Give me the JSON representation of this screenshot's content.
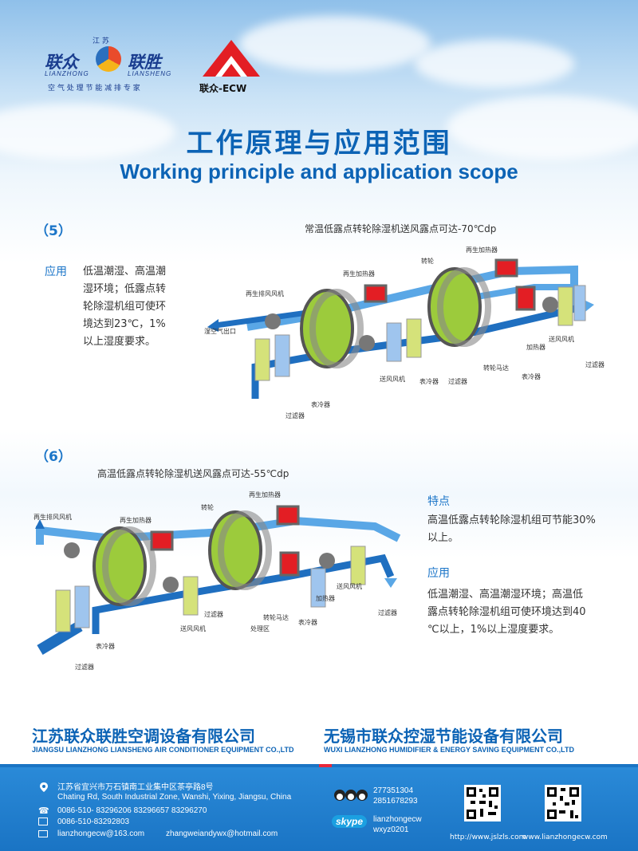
{
  "header": {
    "logo1": {
      "small_top": "江 苏",
      "cn_left": "联众",
      "cn_right": "联胜",
      "en_left": "LIANZHONG",
      "en_right": "LIANSHENG",
      "slogan": "空 气 处 理 节 能 减 排 专 家"
    },
    "logo2": {
      "text": "联众-ECW"
    }
  },
  "title": {
    "cn": "工作原理与应用范围",
    "en": "Working principle and application scope"
  },
  "section5": {
    "number": "（5）",
    "caption": "常温低露点转轮除湿机送风露点可达-70℃dp",
    "label": "应用",
    "text": [
      "低温潮湿、高温潮",
      "湿环境；低露点转",
      "轮除湿机组可使环",
      "境达到23℃，1%",
      "以上湿度要求。"
    ],
    "diagram_labels": {
      "regen_heater_top": "再生加热器",
      "rotor": "转轮",
      "regen_heater": "再生加热器",
      "regen_fan": "再生排风风机",
      "wet_outlet": "湿空气出口",
      "heater": "加热器",
      "supply_fan_r": "送风风机",
      "filter_r": "过滤器",
      "rotor_motor": "转轮马达",
      "cooler_r": "表冷器",
      "supply_fan": "送风风机",
      "cooler": "表冷器",
      "filter_m": "过滤器",
      "cooler_l": "表冷器",
      "filter_l": "过滤器"
    }
  },
  "section6": {
    "number": "（6）",
    "caption": "高温低露点转轮除湿机送风露点可达-55℃dp",
    "feature_label": "特点",
    "feature_text": [
      "高温低露点转轮除湿机组可节能30%",
      "以上。"
    ],
    "app_label": "应用",
    "app_text": [
      "低温潮湿、高温潮湿环境；高温低",
      "露点转轮除湿机组可使环境达到40",
      "℃以上，1%以上湿度要求。"
    ],
    "diagram_labels": {
      "regen_heater_top": "再生加热器",
      "rotor": "转轮",
      "regen_fan": "再生排风风机",
      "regen_heater": "再生加热器",
      "supply_fan_r": "送风风机",
      "heater": "加热器",
      "filter_r": "过滤器",
      "filter_m": "过滤器",
      "supply_fan": "送风风机",
      "rotor_motor": "转轮马达",
      "process_zone": "处理区",
      "cooler_r": "表冷器",
      "cooler": "表冷器",
      "filter_l": "过滤器"
    }
  },
  "companies": {
    "left_cn": "江苏联众联胜空调设备有限公司",
    "left_en": "JIANGSU LIANZHONG LIANSHENG AIR CONDITIONER EQUIPMENT CO.,LTD",
    "right_cn": "无锡市联众控湿节能设备有限公司",
    "right_en": "WUXI LIANZHONG HUMIDIFIER & ENERGY SAVING EQUIPMENT CO.,LTD"
  },
  "footer": {
    "address_cn": "江苏省宜兴市万石镇南工业集中区茶亭路8号",
    "address_en": "Chating Rd, South Industrial Zone, Wanshi, Yixing, Jiangsu, China",
    "phone": "0086-510- 83296206   83296657   83296270",
    "fax": "0086-510-83292803",
    "email1": "lianzhongecw@163.com",
    "email2": "zhangweiandywx@hotmail.com",
    "qq1": "277351304",
    "qq2": "2851678293",
    "skype1": "lianzhongecw",
    "skype2": "wxyz0201",
    "skype_brand": "skype",
    "url1": "http://www.jslzls.com",
    "url2": "www.lianzhongecw.com"
  }
}
